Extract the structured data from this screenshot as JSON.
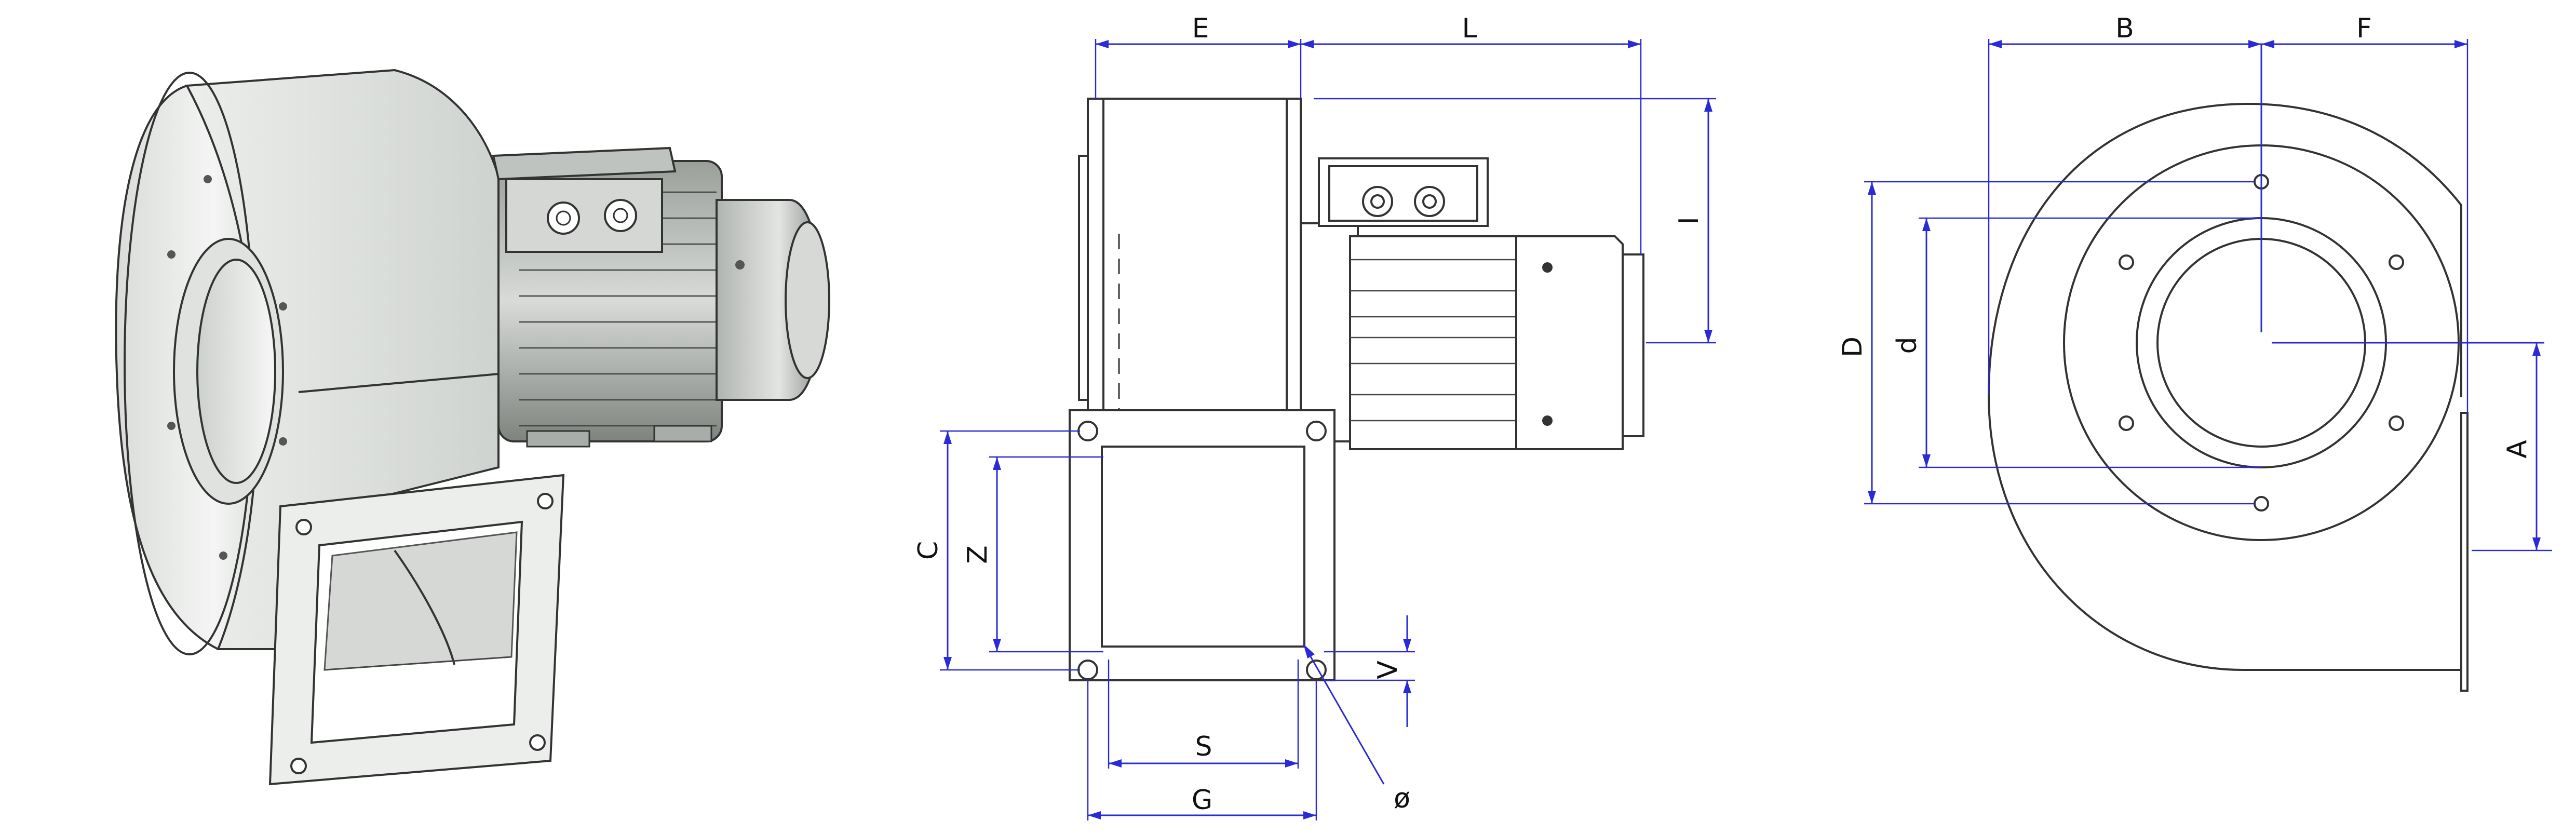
{
  "colors": {
    "dimension_line": "#2a2ad6",
    "outline": "#333333",
    "render_light": "#eef0ee",
    "render_mid": "#c9cdc9",
    "render_dark": "#8e938e",
    "background": "#ffffff"
  },
  "dimensions": {
    "E": "E",
    "L": "L",
    "I": "I",
    "C": "C",
    "Z": "Z",
    "V": "V",
    "S": "S",
    "G": "G",
    "phi": "ø",
    "B": "B",
    "F": "F",
    "D": "D",
    "d": "d",
    "A": "A"
  }
}
